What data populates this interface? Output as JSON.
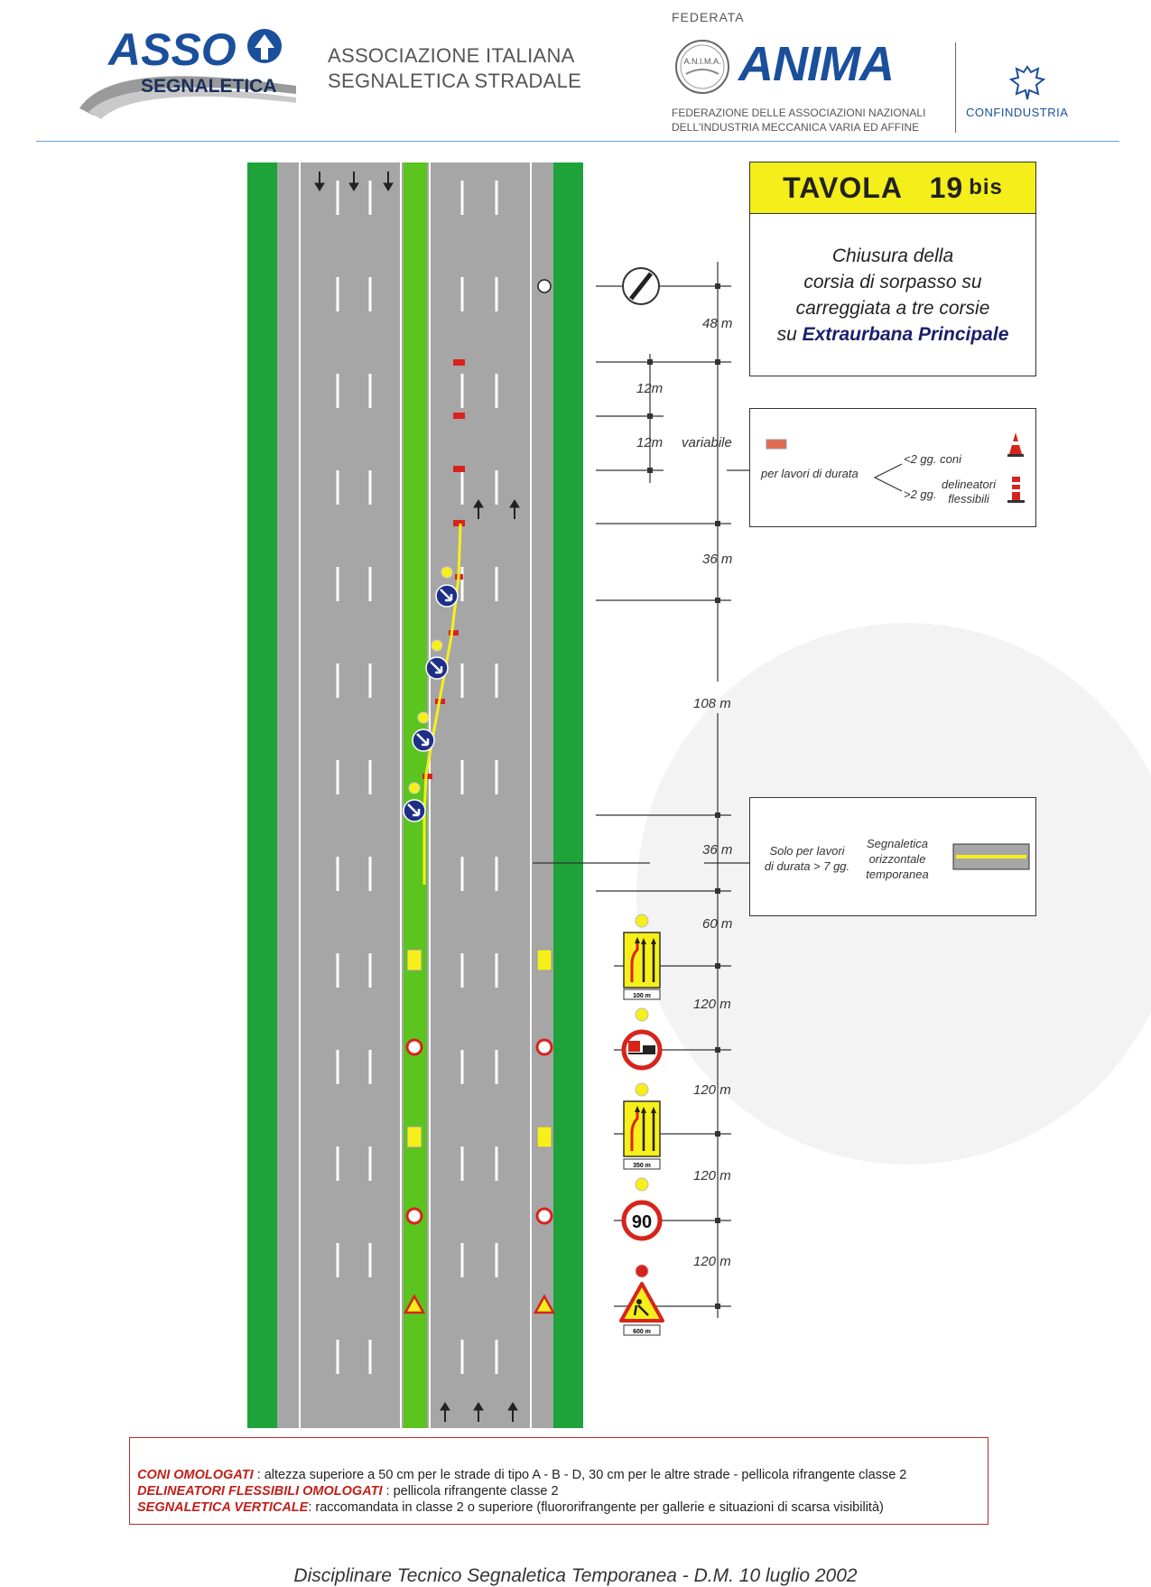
{
  "header": {
    "logo_top": "ASSO",
    "logo_bottom": "SEGNALETICA",
    "association_line1": "ASSOCIAZIONE ITALIANA",
    "association_line2": "SEGNALETICA STRADALE",
    "federata": "FEDERATA",
    "anima_badge": "A.N.I.M.A.",
    "anima_name": "ANIMA",
    "anima_desc_line1": "FEDERAZIONE DELLE ASSOCIAZIONI NAZIONALI",
    "anima_desc_line2": "DELL'INDUSTRIA MECCANICA VARIA ED AFFINE",
    "confindustria": "CONFINDUSTRIA"
  },
  "tavola": {
    "label": "TAVOLA",
    "number": "19",
    "suffix": "bis"
  },
  "title": {
    "line1": "Chiusura della",
    "line2": "corsia di sorpasso su",
    "line3": "carreggiata a tre corsie",
    "line4_prefix": "su ",
    "line4_bold": "Extraurbana Principale"
  },
  "legend_durata": {
    "text": "per lavori di durata",
    "short_term": "<2 gg. coni",
    "long_term_prefix": ">2 gg.",
    "long_term_line1": "delineatori",
    "long_term_line2": "flessibili"
  },
  "legend_segnaletica": {
    "cond_line1": "Solo per lavori",
    "cond_line2": "di durata > 7 gg.",
    "label_line1": "Segnaletica",
    "label_line2": "orizzontale",
    "label_line3": "temporanea"
  },
  "distances": [
    "48 m",
    "12m",
    "12m",
    "variabile",
    "36 m",
    "108 m",
    "36 m",
    "60 m",
    "120 m",
    "120 m",
    "120 m",
    "120 m"
  ],
  "sign_plates": [
    "100 m",
    "350 m",
    "600 m"
  ],
  "speed_limit": "90",
  "notes": [
    {
      "term": "CONI OMOLOGATI",
      "text": " : altezza superiore a 50 cm per le strade di tipo A - B - D, 30 cm per le altre strade - pellicola rifrangente classe 2"
    },
    {
      "term": "DELINEATORI FLESSIBILI OMOLOGATI",
      "text": " :  pellicola rifrangente classe 2"
    },
    {
      "term": "SEGNALETICA VERTICALE",
      "text": ": raccomandata in classe 2 o superiore (fluororifrangente per gallerie e situazioni di scarsa visibilità)"
    }
  ],
  "footer": "Disciplinare Tecnico Segnaletica Temporanea - D.M.  10 luglio 2002",
  "colors": {
    "grass": "#1ea33b",
    "road": "#a6a6a6",
    "median": "#5cc41e",
    "yellow": "#f7ef1a",
    "sign_blue": "#1f2f88",
    "anima_blue": "#1a4f9c",
    "red": "#d8231d"
  }
}
